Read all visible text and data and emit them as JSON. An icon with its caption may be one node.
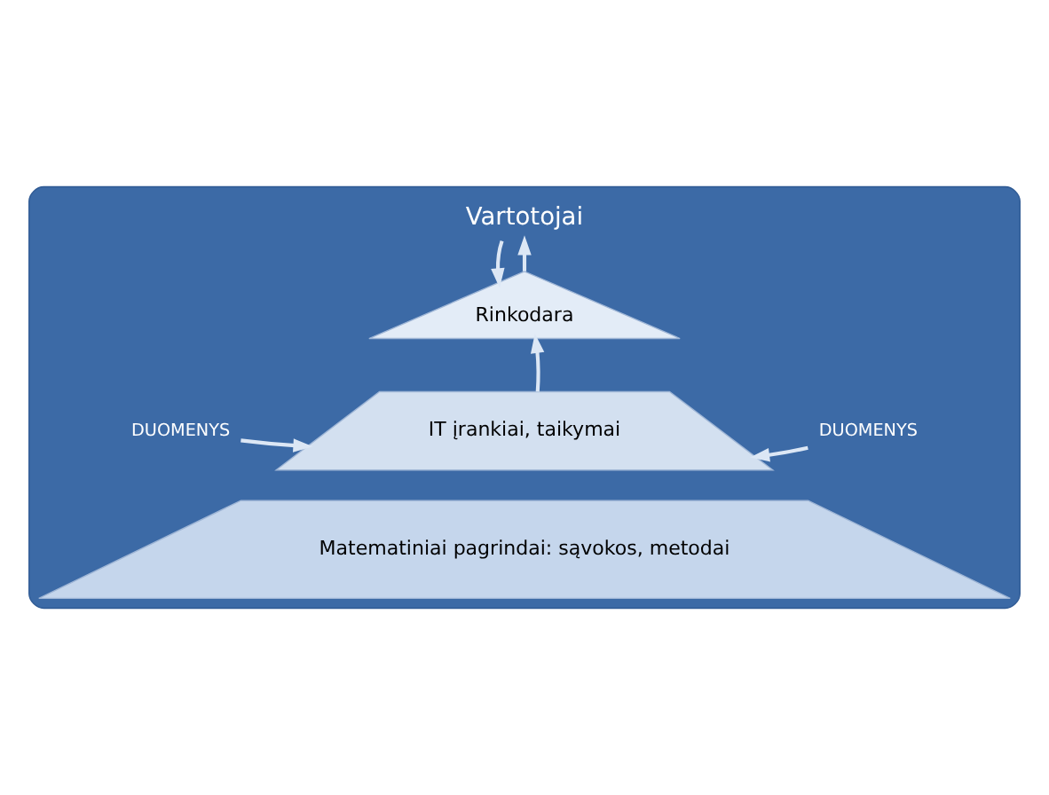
{
  "diagram": {
    "nodes": [
      {
        "text": [],
        "shape": "pentagon"
      },
      {
        "text": [
          "Vartotojai"
        ],
        "in": 0
      },
      {
        "text": [
          "Rinkodara"
        ],
        "in": 0
      },
      {
        "text": [
          "DUOMENYS"
        ],
        "in": 0
      },
      {
        "text": [
          "IT įrankiai, taikymai"
        ],
        "in": 0
      },
      {
        "text": [
          "DUOMENYS"
        ],
        "in": 0
      },
      {
        "text": [
          "Matematiniai pagrindai: sąvokos, metodai"
        ],
        "in": 0
      }
    ],
    "edges": [
      {
        "from": 1,
        "to": 2,
        "arrow": "to"
      },
      {
        "from": 2,
        "to": 1,
        "arrow": "to"
      },
      {
        "from": 4,
        "to": 2,
        "arrow": "to"
      },
      {
        "from": 3,
        "to": 4,
        "arrow": "to"
      },
      {
        "from": 5,
        "to": 4,
        "arrow": "to"
      }
    ]
  }
}
